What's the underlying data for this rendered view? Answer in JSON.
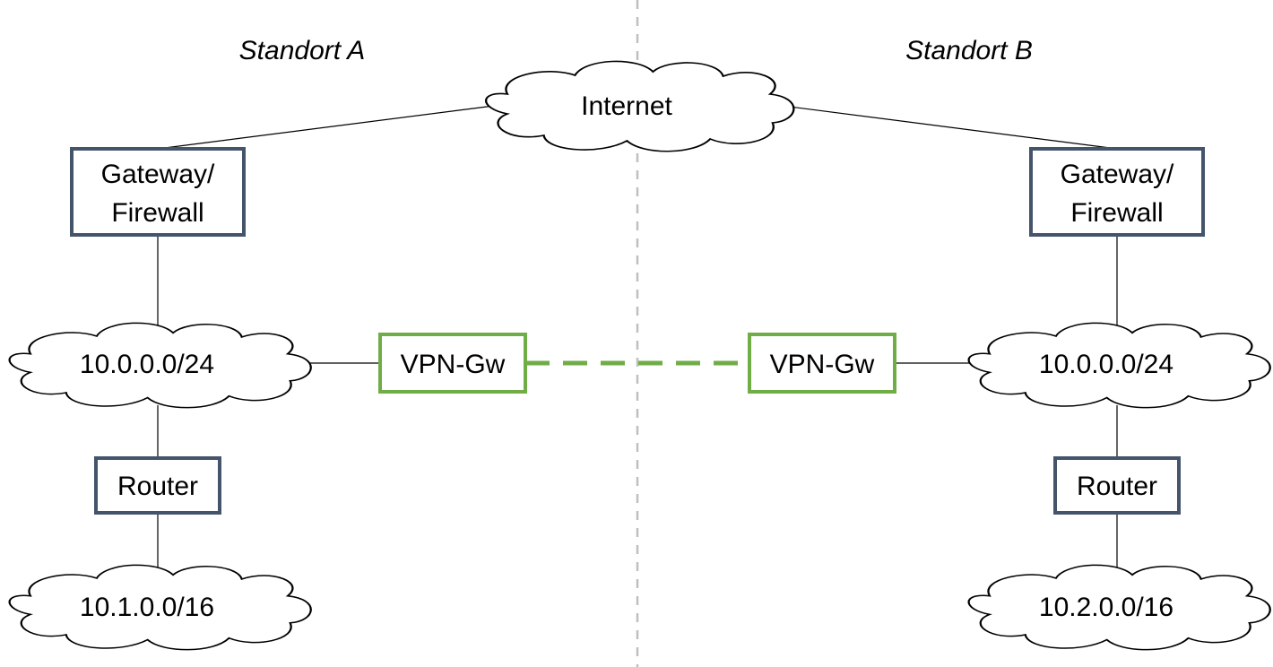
{
  "sites": {
    "a": {
      "label": "Standort A"
    },
    "b": {
      "label": "Standort B"
    }
  },
  "internet": {
    "label": "Internet"
  },
  "site_a": {
    "gateway": {
      "line1": "Gateway/",
      "line2": "Firewall"
    },
    "lan": {
      "label": "10.0.0.0/24"
    },
    "vpn_gw": {
      "label": "VPN-Gw"
    },
    "router": {
      "label": "Router"
    },
    "subnet": {
      "label": "10.1.0.0/16"
    }
  },
  "site_b": {
    "gateway": {
      "line1": "Gateway/",
      "line2": "Firewall"
    },
    "lan": {
      "label": "10.0.0.0/24"
    },
    "vpn_gw": {
      "label": "VPN-Gw"
    },
    "router": {
      "label": "Router"
    },
    "subnet": {
      "label": "10.2.0.0/16"
    }
  },
  "colors": {
    "device_border": "#44546a",
    "vpn_border": "#70ad47",
    "vpn_tunnel": "#70ad47",
    "site_divider": "#bfbfbf"
  }
}
